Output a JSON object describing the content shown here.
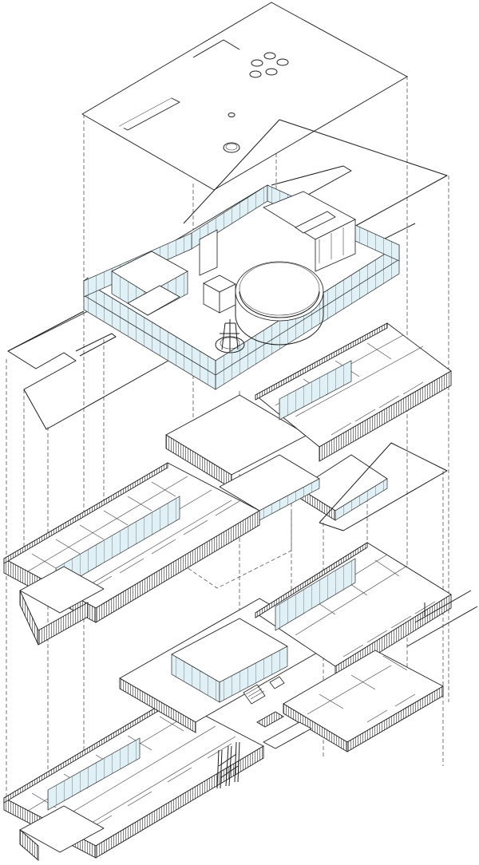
{
  "diagram": {
    "type": "exploded axonometric building drawing",
    "levels": [
      "roof-plate",
      "upper-pavilion-floor",
      "first-floor",
      "ground-floor"
    ],
    "colors": {
      "line": "#1c1c1c",
      "glazing": "#dff1f6",
      "background": "#ffffff",
      "projection-line": "#555555"
    },
    "icons": [
      "roof-skylight-icon",
      "spiral-stair-icon",
      "staircase-icon",
      "entrance-columns-icon"
    ]
  }
}
